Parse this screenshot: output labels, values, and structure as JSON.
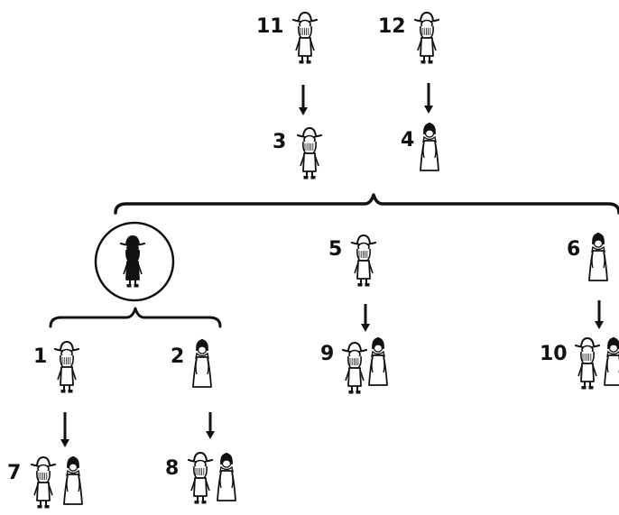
{
  "diagram": {
    "ink_color": "#111111",
    "paper_color": "#ffffff",
    "nodes": [
      {
        "id": "n11",
        "label": "11",
        "figures": [
          "man"
        ]
      },
      {
        "id": "n12",
        "label": "12",
        "figures": [
          "man"
        ]
      },
      {
        "id": "n3",
        "label": "3",
        "figures": [
          "man"
        ]
      },
      {
        "id": "n4",
        "label": "4",
        "figures": [
          "woman"
        ]
      },
      {
        "id": "center",
        "label": "",
        "figures": [
          "man-silhouette"
        ],
        "circled": true
      },
      {
        "id": "n5",
        "label": "5",
        "figures": [
          "man"
        ]
      },
      {
        "id": "n6",
        "label": "6",
        "figures": [
          "woman"
        ]
      },
      {
        "id": "n1",
        "label": "1",
        "figures": [
          "man"
        ]
      },
      {
        "id": "n2",
        "label": "2",
        "figures": [
          "woman"
        ]
      },
      {
        "id": "n9",
        "label": "9",
        "figures": [
          "man",
          "woman"
        ]
      },
      {
        "id": "n10",
        "label": "10",
        "figures": [
          "man",
          "woman"
        ]
      },
      {
        "id": "n7",
        "label": "7",
        "figures": [
          "man",
          "woman"
        ]
      },
      {
        "id": "n8",
        "label": "8",
        "figures": [
          "man",
          "woman"
        ]
      }
    ],
    "arrows": [
      {
        "from": "n11",
        "to": "n3"
      },
      {
        "from": "n12",
        "to": "n4"
      },
      {
        "from": "n5",
        "to": "n9"
      },
      {
        "from": "n6",
        "to": "n10"
      },
      {
        "from": "n1",
        "to": "n7"
      },
      {
        "from": "n2",
        "to": "n8"
      }
    ],
    "braces": [
      {
        "parents": [
          "n3",
          "n4"
        ],
        "children": [
          "center",
          "n5",
          "n6"
        ]
      },
      {
        "parents": [
          "center"
        ],
        "children": [
          "n1",
          "n2"
        ]
      }
    ]
  }
}
